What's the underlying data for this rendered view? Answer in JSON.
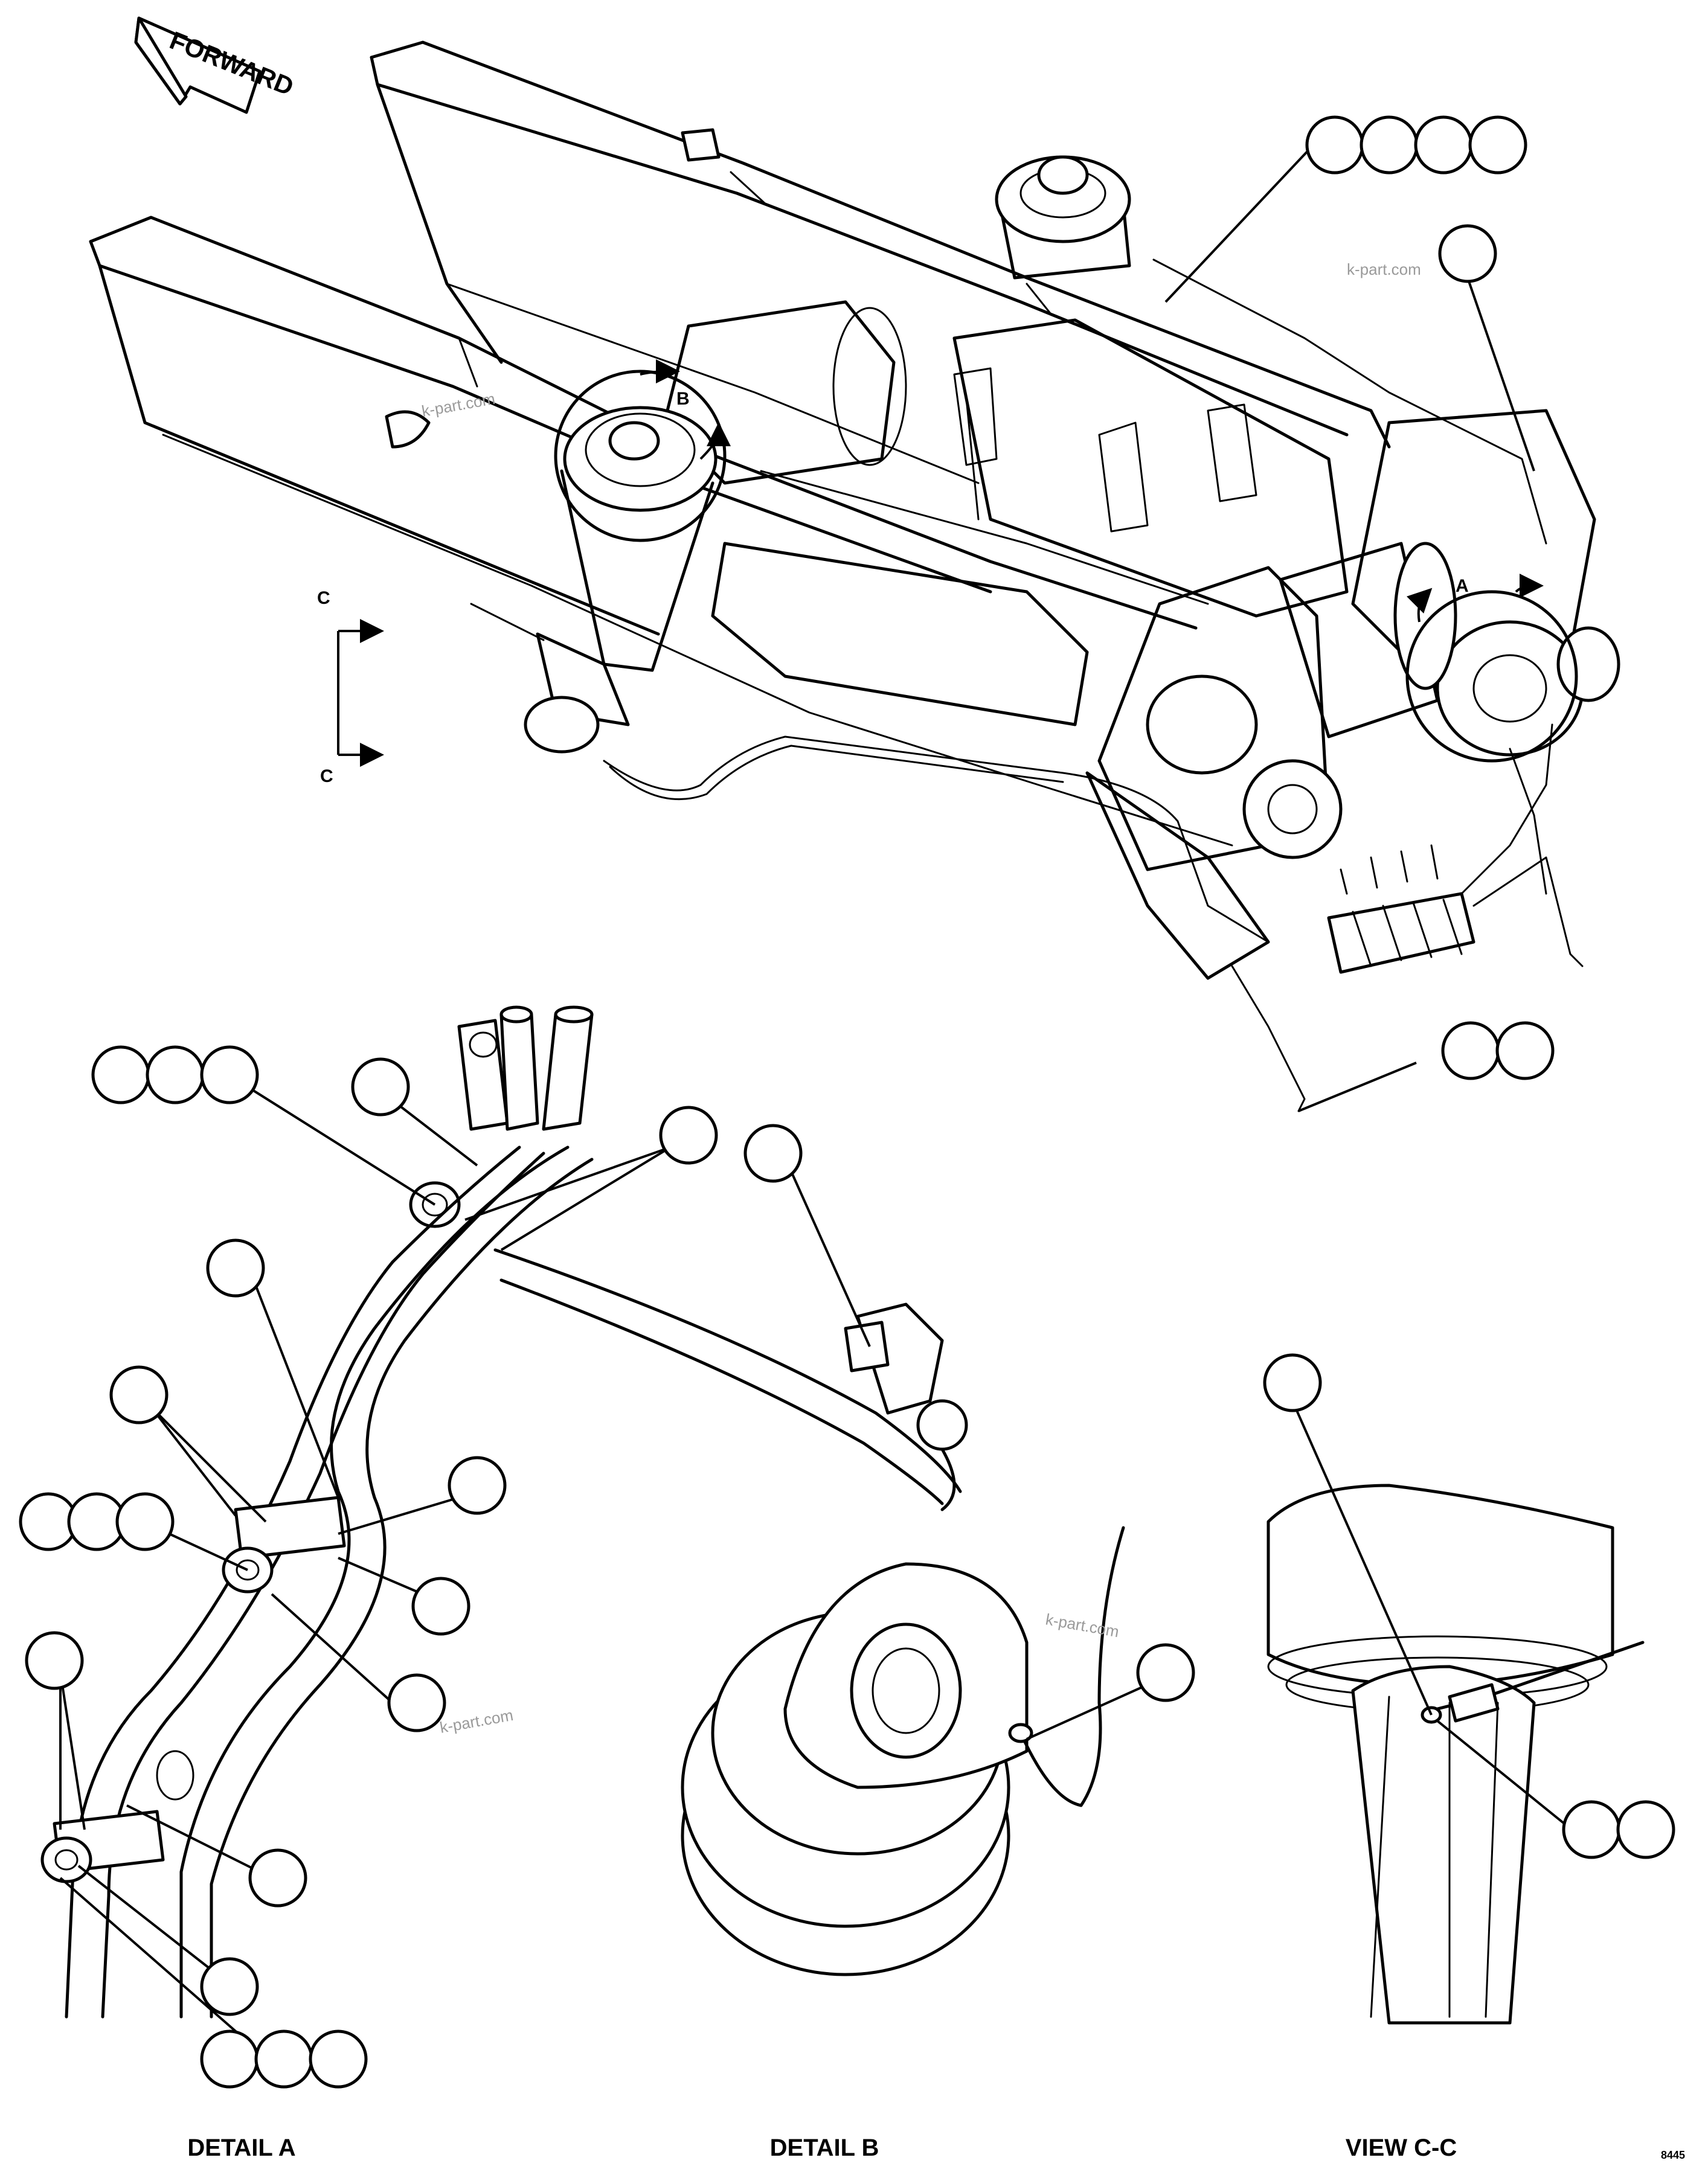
{
  "labels": {
    "forward": "FORWARD",
    "detail_marker_a": "A",
    "detail_marker_b": "B",
    "section_c_top": "C",
    "section_c_bottom": "C",
    "sheet_id": "8445"
  },
  "captions": {
    "detail_a": "DETAIL A",
    "detail_b": "DETAIL B",
    "view_cc": "VIEW C-C"
  },
  "watermark": "k-part.com"
}
